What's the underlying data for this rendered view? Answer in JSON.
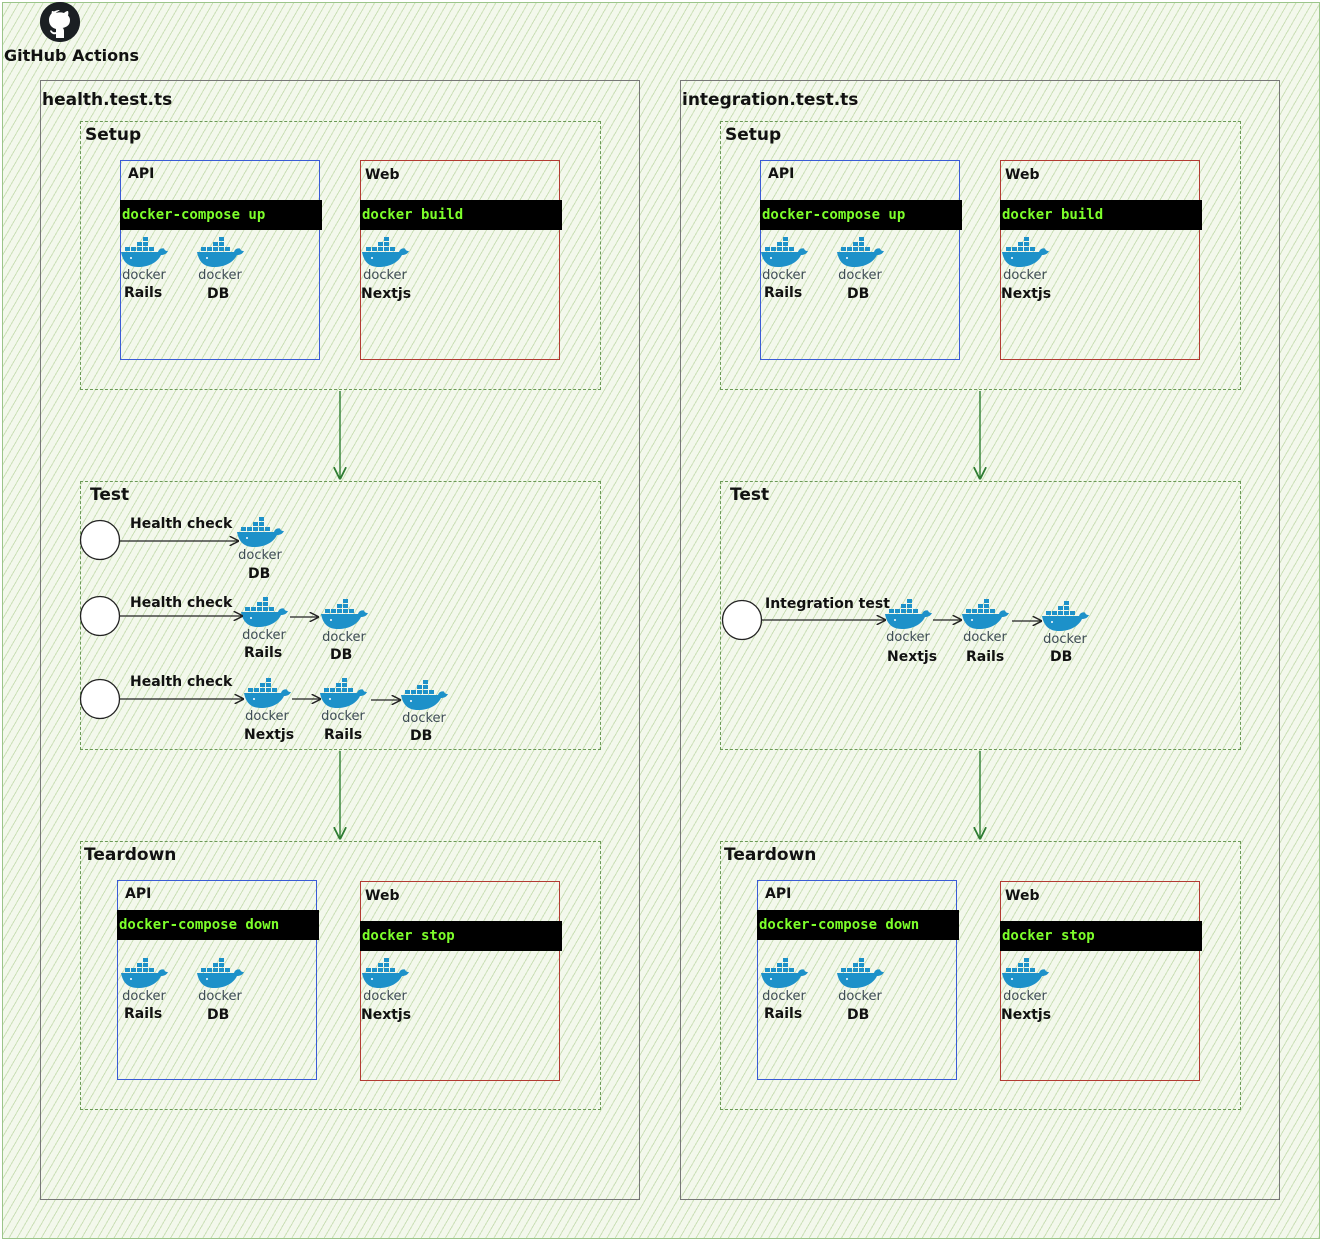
{
  "header": {
    "label": "GitHub Actions",
    "icon": "github-icon"
  },
  "colors": {
    "api_border": "#3a5bd6",
    "web_border": "#b33a32",
    "command_text": "#7dff2a",
    "command_bg": "#000000",
    "flow_arrow": "#2e7d32"
  },
  "docker_logo_text": "docker",
  "panels": [
    {
      "title": "health.test.ts",
      "setup": {
        "title": "Setup",
        "api": {
          "title": "API",
          "command": "docker-compose up",
          "services": [
            "Rails",
            "DB"
          ]
        },
        "web": {
          "title": "Web",
          "command": "docker build",
          "services": [
            "Nextjs"
          ]
        }
      },
      "test": {
        "title": "Test",
        "flows": [
          {
            "label": "Health check",
            "services": [
              "DB"
            ]
          },
          {
            "label": "Health check",
            "services": [
              "Rails",
              "DB"
            ]
          },
          {
            "label": "Health check",
            "services": [
              "Nextjs",
              "Rails",
              "DB"
            ]
          }
        ]
      },
      "teardown": {
        "title": "Teardown",
        "api": {
          "title": "API",
          "command": "docker-compose down",
          "services": [
            "Rails",
            "DB"
          ]
        },
        "web": {
          "title": "Web",
          "command": "docker stop",
          "services": [
            "Nextjs"
          ]
        }
      }
    },
    {
      "title": "integration.test.ts",
      "setup": {
        "title": "Setup",
        "api": {
          "title": "API",
          "command": "docker-compose up",
          "services": [
            "Rails",
            "DB"
          ]
        },
        "web": {
          "title": "Web",
          "command": "docker build",
          "services": [
            "Nextjs"
          ]
        }
      },
      "test": {
        "title": "Test",
        "flows": [
          {
            "label": "Integration test",
            "services": [
              "Nextjs",
              "Rails",
              "DB"
            ]
          }
        ]
      },
      "teardown": {
        "title": "Teardown",
        "api": {
          "title": "API",
          "command": "docker-compose down",
          "services": [
            "Rails",
            "DB"
          ]
        },
        "web": {
          "title": "Web",
          "command": "docker stop",
          "services": [
            "Nextjs"
          ]
        }
      }
    }
  ]
}
